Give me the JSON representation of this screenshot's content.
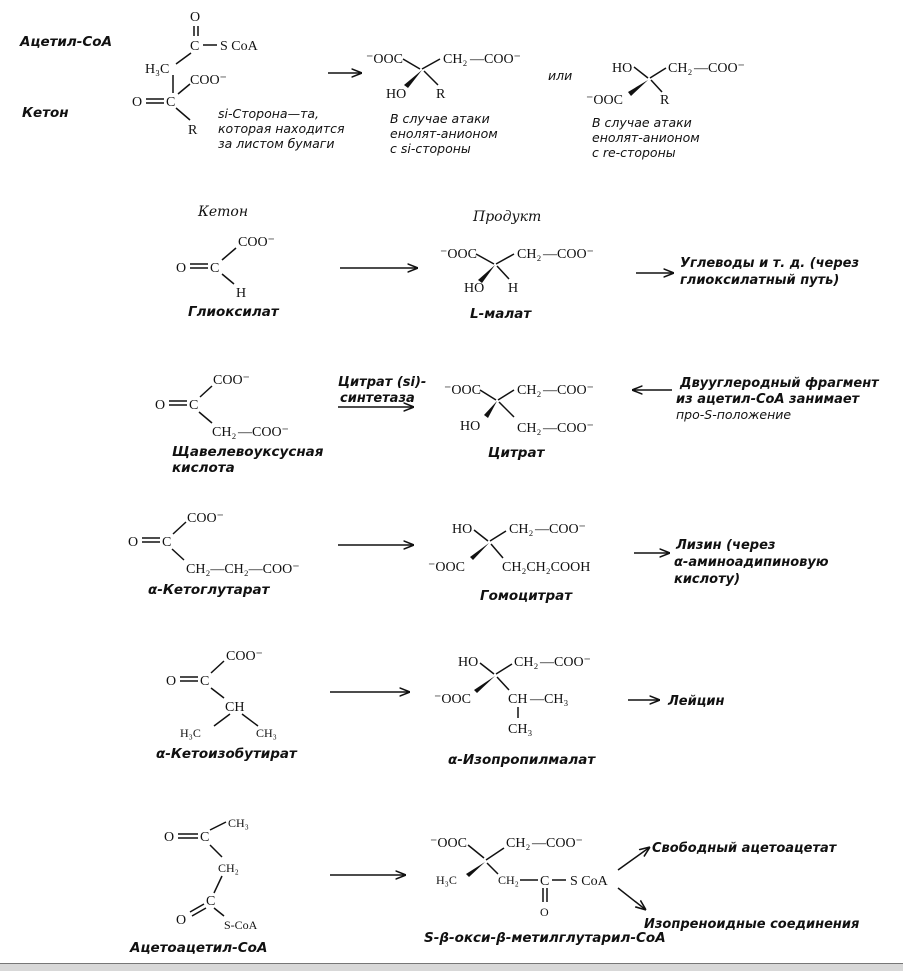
{
  "rows": [
    {
      "labels": {
        "acetyl_coa": "Ацетил-CoA",
        "ketone": "Кетон"
      },
      "reactant": {
        "coa": "S CoA",
        "h3c": "H₃C",
        "coo": "COO⁻",
        "r": "R"
      },
      "note_si": [
        "si-Сторона—та,",
        "которая находится",
        "за листом бумаги"
      ],
      "product_si": {
        "ooc": "⁻OOC",
        "ch2": "CH₂",
        "coo": "—COO⁻",
        "ho": "HO",
        "r": "R"
      },
      "note_product_si": [
        "В случае атаки",
        "енолят-анионом",
        "с si-стороны"
      ],
      "or_label": "или",
      "product_re": {
        "ho": "HO",
        "ch2": "CH₂",
        "coo": "—COO⁻",
        "ooc": "⁻OOC",
        "r": "R"
      },
      "note_product_re": [
        "В случае атаки",
        "енолят-анионом",
        "с re-стороны"
      ]
    },
    {
      "header_left": "Кетон",
      "header_right": "Продукт",
      "reactant": {
        "coo": "COO⁻",
        "o": "O",
        "h": "H",
        "name": "Глиоксилат"
      },
      "product": {
        "ooc": "⁻OOC",
        "ch2": "CH₂",
        "coo": "—COO⁻",
        "ho": "HO",
        "h": "H",
        "name": "L-малат"
      },
      "outcome": [
        "Углеводы и т. д. (через",
        "глиоксилатный путь)"
      ]
    },
    {
      "reactant": {
        "coo": "COO⁻",
        "o": "O",
        "ch2": "CH₂",
        "coo2": "—COO⁻",
        "name": [
          "Щавелевоуксусная",
          "кислота"
        ]
      },
      "enzyme": [
        "Цитрат (si)-",
        "синтетаза"
      ],
      "product": {
        "ooc": "⁻OOC",
        "ch2a": "CH₂",
        "coo_a": "—COO⁻",
        "ho": "HO",
        "ch2b": "CH₂",
        "coo_b": "—COO⁻",
        "name": "Цитрат"
      },
      "outcome": [
        "Двууглеродный фрагмент",
        "из ацетил-CoA занимает",
        "про-S-положение"
      ]
    },
    {
      "reactant": {
        "coo": "COO⁻",
        "o": "O",
        "chain": "CH₂—CH₂—COO⁻",
        "name": "α-Кетоглутарат"
      },
      "product": {
        "ho": "HO",
        "ch2": "CH₂",
        "coo": "—COO⁻",
        "ooc": "⁻OOC",
        "chain": "CH₂CH₂COOH",
        "name": "Гомоцитрат"
      },
      "outcome": [
        "Лизин (через",
        "α-аминоадипиновую",
        "кислоту)"
      ]
    },
    {
      "reactant": {
        "coo": "COO⁻",
        "o": "O",
        "ch": "CH",
        "h3c": "H₃C",
        "ch3": "CH₃",
        "name": "α-Кетоизобутират"
      },
      "product": {
        "ho": "HO",
        "ch2": "CH₂",
        "coo": "—COO⁻",
        "ooc": "⁻OOC",
        "ch": "CH",
        "ch3a": "—CH₃",
        "ch3b": "CH₃",
        "name": "α-Изопропилмалат"
      },
      "outcome": [
        "Лейцин"
      ]
    },
    {
      "reactant": {
        "ch3": "CH₃",
        "o": "O",
        "ch2": "CH₂",
        "o2": "O",
        "scoa": "S-CoA",
        "name": "Ацетоацетил-CoA"
      },
      "product": {
        "ooc": "⁻OOC",
        "ch2a": "CH₂",
        "coo": "—COO⁻",
        "h3c": "H₃C",
        "ch2b": "CH₂",
        "scoa": "S CoA",
        "o": "O",
        "name": "S-β-окси-β-метилглутарил-CoA"
      },
      "outcome": [
        "Свободный ацетоацетат",
        "Изопреноидные соединения"
      ]
    }
  ]
}
